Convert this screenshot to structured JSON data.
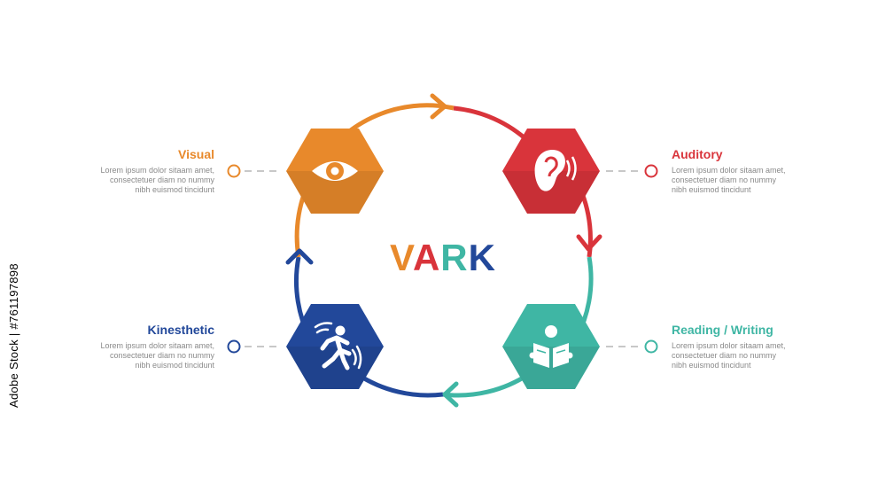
{
  "center_title": {
    "letters": [
      {
        "char": "V",
        "color": "#e8892b"
      },
      {
        "char": "A",
        "color": "#d9343b"
      },
      {
        "char": "R",
        "color": "#3fb6a4"
      },
      {
        "char": "K",
        "color": "#22489a"
      }
    ]
  },
  "items": [
    {
      "title": "Visual",
      "description": "Lorem ipsum dolor sitaam amet,\nconsectetuer diam no nummy\nnibh euismod tincidunt",
      "color": "#e8892b",
      "icon": "eye-icon"
    },
    {
      "title": "Auditory",
      "description": "Lorem ipsum dolor sitaam amet,\nconsectetuer diam no nummy\nnibh euismod tincidunt",
      "color": "#d9343b",
      "icon": "ear-icon"
    },
    {
      "title": "Reading / Writing",
      "description": "Lorem ipsum dolor sitaam amet,\nconsectetuer diam no nummy\nnibh euismod tincidunt",
      "color": "#3fb6a4",
      "icon": "reading-book-icon"
    },
    {
      "title": "Kinesthetic",
      "description": "Lorem ipsum dolor sitaam amet,\nconsectetuer diam no nummy\nnibh euismod tincidunt",
      "color": "#22489a",
      "icon": "running-person-icon"
    }
  ],
  "side_caption": "Adobe Stock | #761197898"
}
